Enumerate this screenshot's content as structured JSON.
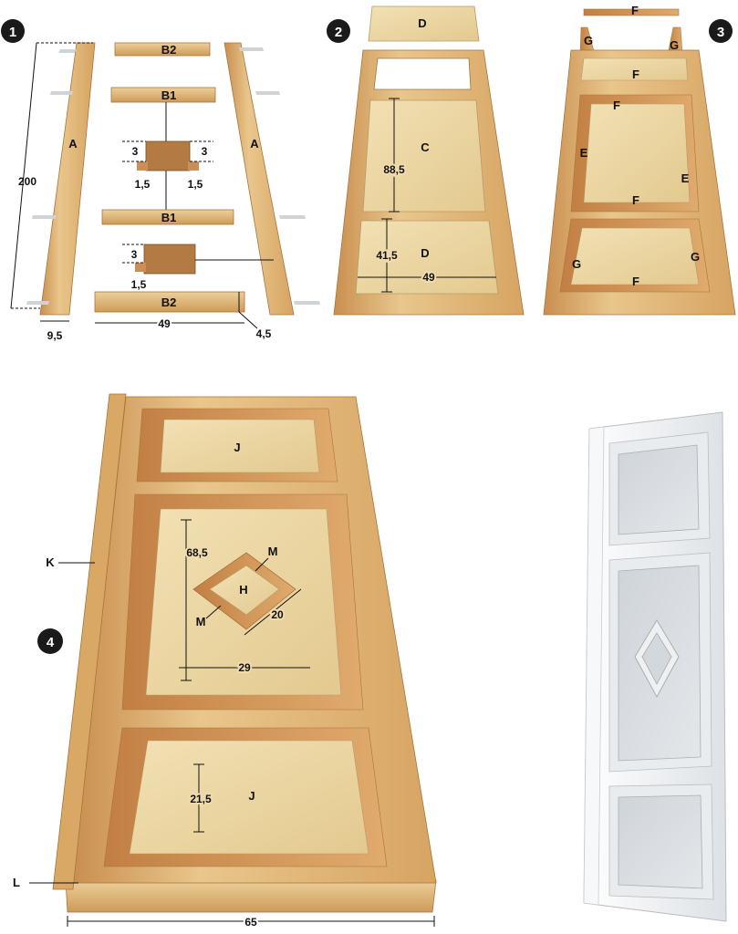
{
  "colors": {
    "wood_light": "#e8c98f",
    "wood_mid": "#d9a865",
    "wood_dark": "#b8844a",
    "panel_ply": "#efdcaa",
    "molding": "#d69a5c",
    "white_door": "#eef0f2",
    "white_panel": "#d9dde1",
    "badge": "#1a1a1a",
    "line": "#111111"
  },
  "steps": [
    "1",
    "2",
    "3",
    "4"
  ],
  "step1": {
    "labels": {
      "a_left": "A",
      "a_right": "A",
      "b2_top": "B2",
      "b1_top": "B1",
      "b1_bottom": "B1",
      "b2_bottom": "B2"
    },
    "dims": {
      "height": "200",
      "stile_width": "9,5",
      "rail_length": "49",
      "rail_thick": "4,5",
      "groove_left": "3",
      "groove_right": "3",
      "groove_lip_left": "1,5",
      "groove_lip_right": "1,5",
      "tongue_depth": "3",
      "tongue_lip": "1,5"
    }
  },
  "step2": {
    "labels": {
      "d_top": "D",
      "c_panel": "C",
      "d_bottom": "D"
    },
    "dims": {
      "c_height": "88,5",
      "d_height": "41,5",
      "width": "49"
    }
  },
  "step3": {
    "labels": {
      "f_top": "F",
      "g_left": "G",
      "g_right": "G",
      "f_upper": "F",
      "f_panel_top": "F",
      "e_left": "E",
      "e_right": "E",
      "f_panel_bottom": "F",
      "g_lower_left": "G",
      "g_lower_right": "G",
      "f_lower": "F"
    }
  },
  "step4": {
    "labels": {
      "j_top": "J",
      "h_diamond": "H",
      "m_top": "M",
      "m_bottom": "M",
      "j_bottom": "J",
      "k": "K",
      "l": "L"
    },
    "dims": {
      "middle_height": "68,5",
      "diamond": "20",
      "middle_width": "29",
      "lower_height": "21,5",
      "total_width": "65"
    }
  }
}
